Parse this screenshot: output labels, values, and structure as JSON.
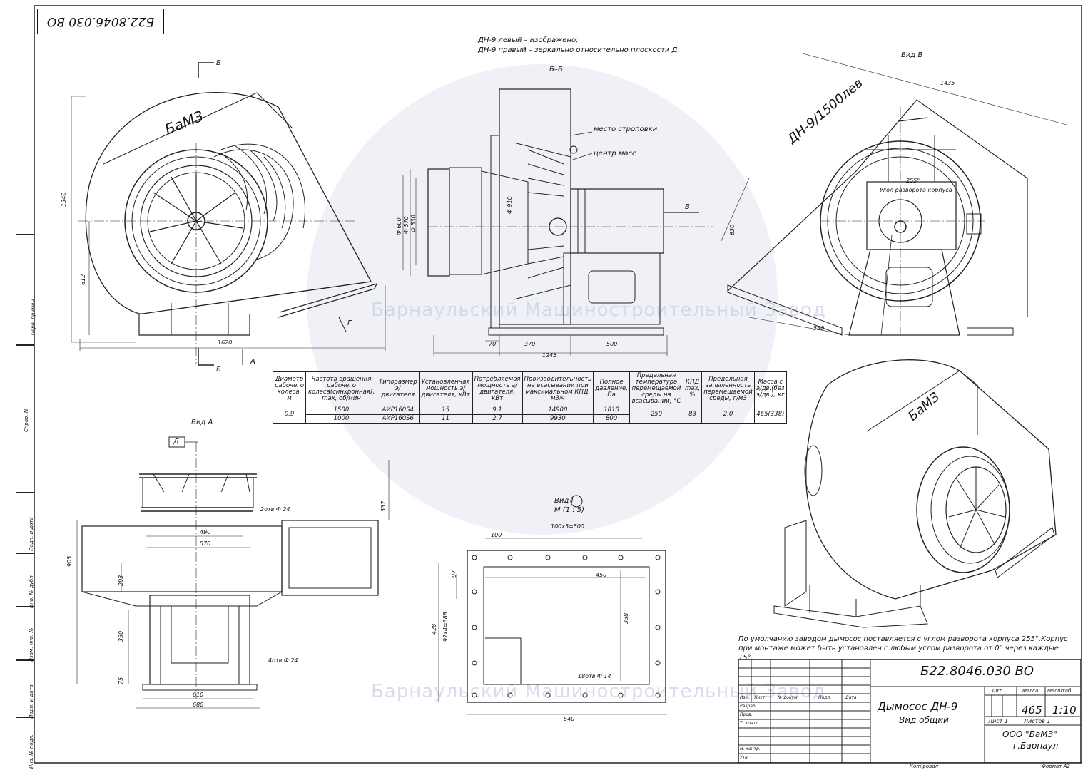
{
  "drawing_code": "Б22.8046.030 ВО",
  "drawing_code_top": "Б22.8046.030 ВО",
  "notes_top": [
    "ДН-9 левый – изображено;",
    "ДН-9 правый – зеркально относительно плоскости Д."
  ],
  "section_label": "Б–Б",
  "view_b": "Вид В",
  "view_a": "Вид А",
  "view_g": "Вид Г",
  "view_g_scale": "М (1 : 5)",
  "label_lifting": "место строповки",
  "label_mass_center": "центр масс",
  "label_turn_angle": "Угол разворота корпуса",
  "label_angle_value": "255°",
  "housing_text": "ДН-9/1500лев",
  "logo": "БаМЗ",
  "watermark": "Барнаульский Машиностроительный Завод",
  "letters": {
    "b1": "Б",
    "b2": "Б",
    "a": "А",
    "g": "Г",
    "v": "В",
    "d": "Д"
  },
  "dims_left": {
    "d1340": "1340",
    "d612": "612",
    "d1620": "1620"
  },
  "dims_mid": {
    "d600": "Ф 600",
    "d570": "Ф 570",
    "d530": "Ф 530",
    "d910": "Ф 910",
    "d70": "70",
    "d370": "370",
    "d500": "500",
    "d1245": "1245"
  },
  "dims_right": {
    "d1435": "1435",
    "d630": "630",
    "d580": "580"
  },
  "dims_va": {
    "d537": "537",
    "d490": "490",
    "d570": "570",
    "d905": "905",
    "d293": "293",
    "d330": "330",
    "d75": "75",
    "d610": "610",
    "d680": "680",
    "holes1": "2отв Ф 24",
    "holes2": "4отв Ф 24"
  },
  "dims_vg": {
    "d100": "100",
    "d100x5": "100х5=500",
    "d450": "450",
    "d97": "97",
    "d428": "428",
    "d97x4": "97х4=388",
    "d338": "338",
    "d540": "540",
    "holes": "18отв Ф 14"
  },
  "spec_table": {
    "headers": [
      "Диаметр рабочего колеса, м",
      "Частота вращения рабочего колеса(синхронная), max, об/мин",
      "Типоразмер э/двигателя",
      "Установленная мощность э/двигателя, кВт",
      "Потребляемая мощность э/двигателя, кВт",
      "Производительность на всасывании при максимальном КПД, м3/ч",
      "Полное давление, Па",
      "Предельная температура перемещаемой среды на всасывании, °С",
      "КПД max, %",
      "Предельная запыленность перемещаемой среды, г/м3",
      "Масса с э/дв.(без э/дв.), кг"
    ],
    "rows": [
      [
        "1500",
        "АИР160S4",
        "15",
        "9,1",
        "14900",
        "1810"
      ],
      [
        "1000",
        "АИР160S6",
        "11",
        "2,7",
        "9930",
        "800"
      ]
    ],
    "diameter": "0,9",
    "temp": "250",
    "kpd": "83",
    "dust": "2,0",
    "mass": "465(338)"
  },
  "default_note": "По умолчанию заводом дымосос поставляется с углом разворота корпуса 255°.Корпус при монтаже может быть установлен с любым углом разворота от 0° через каждые 15°.",
  "title_block": {
    "code": "Б22.8046.030 ВО",
    "name": "Дымосос ДН-9",
    "subname": "Вид общий",
    "lit": "Лит",
    "massa": "Масса",
    "masshtab": "Масштаб",
    "mass_value": "465",
    "scale_value": "1:10",
    "sheet": "Лист 1",
    "sheets": "Листов 1",
    "org": "ООО \"БаМЗ\"",
    "city": "г.Барнаул",
    "cols": [
      "Изм.",
      "Лист",
      "№ докум.",
      "Подп.",
      "Дата"
    ],
    "roles": [
      "Разраб.",
      "Пров.",
      "Т. контр.",
      "Н. контр.",
      "Утв."
    ],
    "copy": "Копировал",
    "format": "Формат А2"
  },
  "sidebar": [
    "Перв. примен.",
    "Справ. №",
    "Подп. и дата",
    "Инв. № дубл.",
    "Взам. инв. №",
    "Подп. и дата",
    "Инв. № подл."
  ]
}
